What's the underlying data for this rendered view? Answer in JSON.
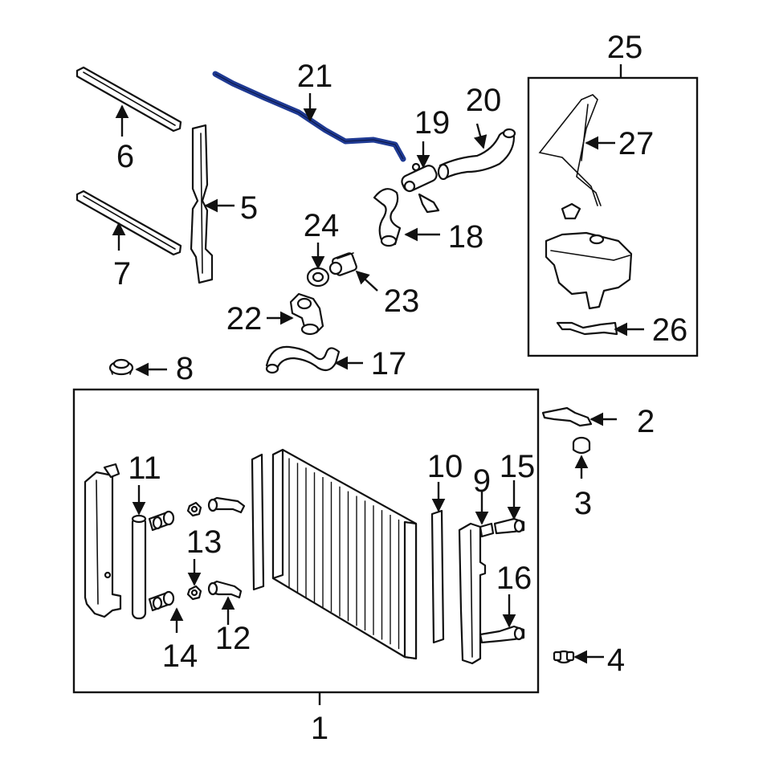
{
  "diagram": {
    "highlight_color": "#1f3a93",
    "line_color": "#111111",
    "highlighted_part": "21",
    "callouts": {
      "c1": "1",
      "c2": "2",
      "c3": "3",
      "c4": "4",
      "c5": "5",
      "c6": "6",
      "c7": "7",
      "c8": "8",
      "c9": "9",
      "c10": "10",
      "c11": "11",
      "c12": "12",
      "c13": "13",
      "c14": "14",
      "c15": "15",
      "c16": "16",
      "c17": "17",
      "c18": "18",
      "c19": "19",
      "c20": "20",
      "c21": "21",
      "c22": "22",
      "c23": "23",
      "c24": "24",
      "c25": "25",
      "c26": "26",
      "c27": "27"
    }
  }
}
